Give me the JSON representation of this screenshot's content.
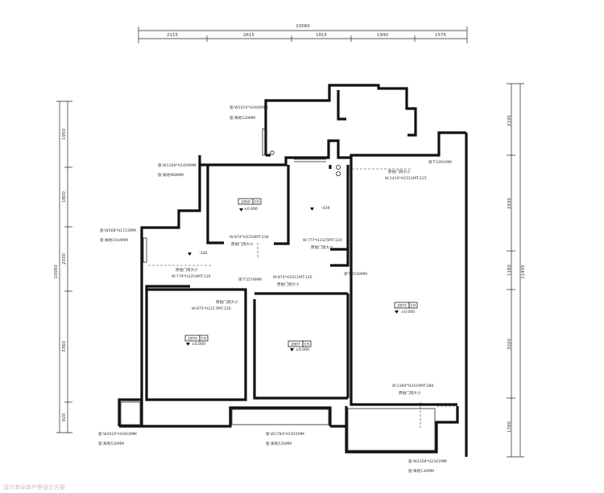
{
  "top_dims": {
    "total": "10060",
    "segments": [
      "2115",
      "2615",
      "1815",
      "1940",
      "1575"
    ]
  },
  "left_dims": {
    "total": "10060",
    "segments": [
      "1950",
      "1800",
      "2030",
      "3360",
      "920"
    ]
  },
  "right_dims": {
    "total": "11405",
    "segments": [
      "2195",
      "2930",
      "1180",
      "3320",
      "1780"
    ]
  },
  "notes": {
    "win_top": "窗:W1424*H2400MM",
    "win_top_h": "窗:离地120MM",
    "win_left1": "窗:W1169*H1409MM",
    "win_left1_h": "窗:离地968MM",
    "win_left2": "窗:W568*H1722MM",
    "win_left2_h": "窗:离地1544MM",
    "win_bl": "窗:W2635*H1903MM",
    "win_bl_h": "窗:离地530MM",
    "win_bm": "窗:W1784*H1915MM",
    "win_bm_h": "窗:离地535MM",
    "win_br": "窗:W2358*H2341MM",
    "win_br_h": "窗:离地130MM",
    "beam_r": "梁下2491MM",
    "beam_c": "梁下2530MM",
    "beam_m": "梁下2576MM",
    "door_r": "W:1410*H2312MT:215",
    "door_r_lbl": "原始门洞大小",
    "door_1": "W:874*H2259MT:238",
    "door_1_lbl": "原始门洞大小",
    "door_2": "W:777*H2325MT:120",
    "door_2_lbl": "原始门洞大小",
    "door_3": "W:779*H2254MT:120",
    "door_3_lbl": "原始门洞大小",
    "door_4": "W:875*H2217MT:120",
    "door_4_lbl": "原始门洞大小",
    "door_5": "W:874*H2211MT:120",
    "door_5_lbl": "原始门洞大小",
    "door_6": "W:2390*H2419MT:280",
    "door_6_lbl": "原始门洞大小"
  },
  "rooms": {
    "r1_h": "2850",
    "r1_e": "±0.000",
    "r2_e": "-439",
    "r3_e": "-330",
    "r4_h": "2870",
    "r4_e": "±0.000",
    "r5_h": "2807",
    "r5_e": "±0.000",
    "r6_h": "2873",
    "r6_e": "±0.000"
  },
  "ch": "CH",
  "watermark": "设计本@本户型设计方案"
}
